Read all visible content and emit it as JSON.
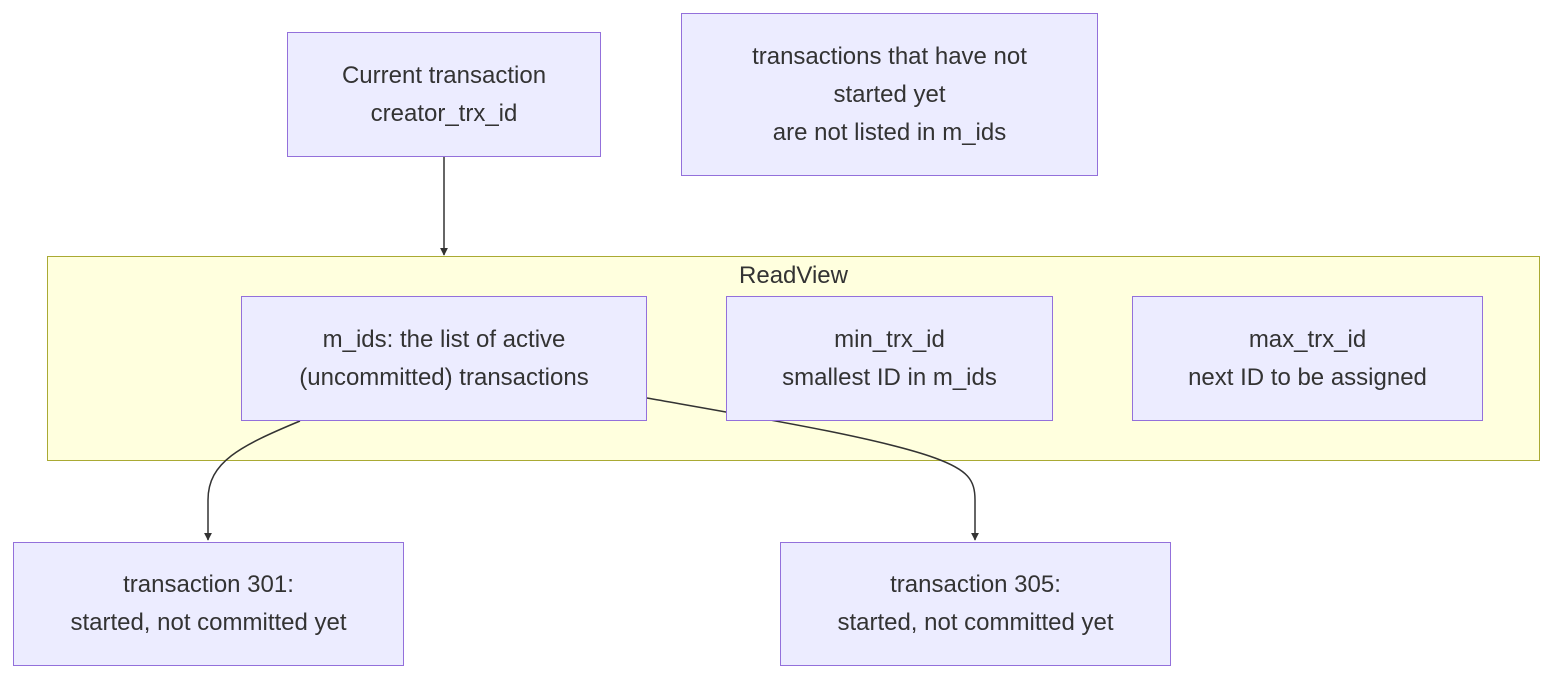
{
  "colors": {
    "node_fill": "#ECECFF",
    "node_border": "#9370DB",
    "cluster_fill": "#FFFFDE",
    "cluster_border": "#AAAA33",
    "edge": "#333333",
    "text": "#333333"
  },
  "nodes": {
    "current": {
      "lines": [
        "Current transaction",
        "creator_trx_id"
      ]
    },
    "not_started": {
      "lines": [
        "transactions that have not",
        "started yet",
        "are not listed in m_ids"
      ]
    },
    "m_ids": {
      "lines": [
        "m_ids: the list of active",
        "(uncommitted) transactions"
      ]
    },
    "min_trx": {
      "lines": [
        "min_trx_id",
        "smallest ID in m_ids"
      ]
    },
    "max_trx": {
      "lines": [
        "max_trx_id",
        "next ID to be assigned"
      ]
    },
    "t301": {
      "lines": [
        "transaction 301:",
        "started, not committed yet"
      ]
    },
    "t305": {
      "lines": [
        "transaction 305:",
        "started, not committed yet"
      ]
    }
  },
  "cluster": {
    "label": "ReadView"
  },
  "edges": [
    {
      "from": "current",
      "to": "readview-cluster"
    },
    {
      "from": "m_ids",
      "to": "t301"
    },
    {
      "from": "m_ids",
      "to": "t305"
    }
  ]
}
